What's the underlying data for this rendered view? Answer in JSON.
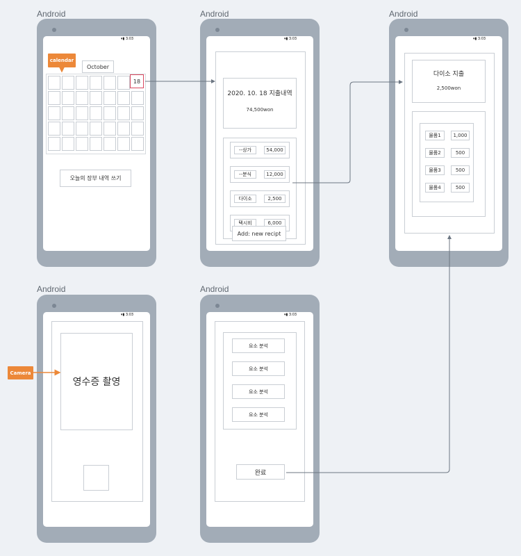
{
  "platform_label": "Android",
  "status_time": "3:03",
  "screen1": {
    "month": "October",
    "selected_day": "18",
    "write_button": "오늘의 장부 내역 쓰기"
  },
  "screen2": {
    "title": "2020. 10. 18 지출내역",
    "total": "74,500won",
    "items": [
      {
        "name": "--상가",
        "amount": "54,000"
      },
      {
        "name": "--분식",
        "amount": "12,000"
      },
      {
        "name": "다이소",
        "amount": "2,500"
      },
      {
        "name": "택시비",
        "amount": "6,000"
      }
    ],
    "add_button": "Add: new recipt"
  },
  "screen3": {
    "title": "다이소 지출",
    "total": "2,500won",
    "items": [
      {
        "name": "물품1",
        "amount": "1,000"
      },
      {
        "name": "물품2",
        "amount": "500"
      },
      {
        "name": "물품3",
        "amount": "500"
      },
      {
        "name": "물품4",
        "amount": "500"
      }
    ]
  },
  "screen4": {
    "capture_text": "영수증 촬영"
  },
  "screen5": {
    "elements": [
      "요소 분석",
      "요소 분석",
      "요소 분석",
      "요소 분석"
    ],
    "done_button": "완료"
  },
  "annotations": {
    "calendar": "calendar",
    "camera": "Camera"
  },
  "colors": {
    "accent_orange": "#ec8839",
    "phone_body": "#a2acb7",
    "connector": "#6c7682",
    "selected_border": "#d9485f"
  }
}
